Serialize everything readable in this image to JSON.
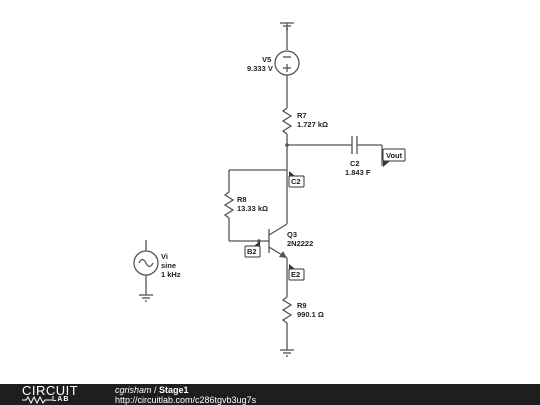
{
  "components": {
    "v5": {
      "name": "V5",
      "value": "9.333 V"
    },
    "r7": {
      "name": "R7",
      "value": "1.727 kΩ"
    },
    "c2": {
      "name": "C2",
      "value": "1.843 F"
    },
    "r8": {
      "name": "R8",
      "value": "13.33 kΩ"
    },
    "q3": {
      "name": "Q3",
      "value": "2N2222"
    },
    "r9": {
      "name": "R9",
      "value": "990.1 Ω"
    },
    "vi": {
      "name": "Vi",
      "type": "sine",
      "freq": "1 kHz"
    }
  },
  "nodes": {
    "c2": "C2",
    "b2": "B2",
    "e2": "E2",
    "vout": "Vout"
  },
  "footer": {
    "logo_top": "CIRCUIT",
    "logo_bottom": "LAB",
    "user": "cgrisham",
    "separator": " / ",
    "project": "Stage1",
    "url": "http://circuitlab.com/c286tgvb3ug7s"
  }
}
